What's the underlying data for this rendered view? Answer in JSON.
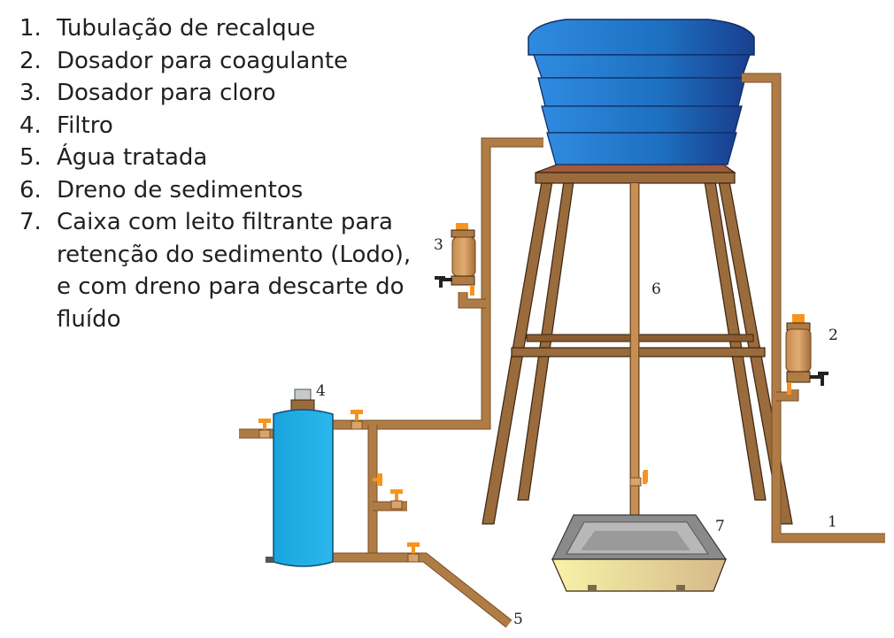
{
  "legend": [
    {
      "num": "1.",
      "text": "Tubulação de recalque"
    },
    {
      "num": "2.",
      "text": "Dosador para coagulante"
    },
    {
      "num": "3.",
      "text": "Dosador para cloro"
    },
    {
      "num": "4.",
      "text": "Filtro"
    },
    {
      "num": "5.",
      "text": "Água tratada"
    },
    {
      "num": "6.",
      "text": "Dreno de sedimentos"
    },
    {
      "num": "7.",
      "text": "Caixa com leito filtrante para\nretenção do sedimento (Lodo),\ne com dreno para descarte do\nfluído"
    }
  ],
  "labels": {
    "l1": "1",
    "l2": "2",
    "l3": "3",
    "l4": "4",
    "l5": "5",
    "l6": "6",
    "l7": "7"
  },
  "colors": {
    "tank": "#1e6fc0",
    "filter": "#1aa4dd",
    "pipe": "#b07c45",
    "valve": "#f7941d",
    "wood": "#9a6b3c",
    "platform": "#a05a3c",
    "box": "#f2ee9a"
  }
}
